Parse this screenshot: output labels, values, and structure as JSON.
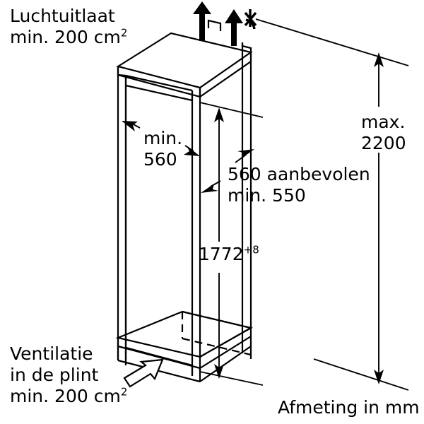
{
  "diagram": {
    "type": "built-in-appliance-niche-dimensions",
    "units_note": "Afmeting in mm",
    "language": "nl"
  },
  "labels": {
    "air_outlet": {
      "line1": "Luchtuitlaat",
      "line2_prefix": "min. 200 cm",
      "line2_sup": "2"
    },
    "max_height": {
      "line1": "max.",
      "line2": "2200"
    },
    "niche_depth": {
      "line1": "min.",
      "line2": "560"
    },
    "niche_width": {
      "line1": "560 aanbevolen",
      "line2": "min. 550"
    },
    "niche_height": {
      "value": "1772",
      "tolerance": "+8"
    },
    "plinth_vent": {
      "line1": "Ventilatie",
      "line2": "in de plint",
      "line3_prefix": "min. 200 cm",
      "line3_sup": "2"
    },
    "unit_note": "Afmeting in mm"
  },
  "measurements": [
    {
      "name": "max-height",
      "value": 2200,
      "qualifier": "max.",
      "unit": "mm"
    },
    {
      "name": "niche-depth",
      "value": 560,
      "qualifier": "min.",
      "unit": "mm"
    },
    {
      "name": "niche-width-recommended",
      "value": 560,
      "qualifier": "aanbevolen",
      "unit": "mm"
    },
    {
      "name": "niche-width-minimum",
      "value": 550,
      "qualifier": "min.",
      "unit": "mm"
    },
    {
      "name": "niche-height",
      "value": 1772,
      "tolerance": "+8",
      "unit": "mm"
    },
    {
      "name": "air-outlet-area",
      "value": 200,
      "qualifier": "min.",
      "unit": "cm2"
    },
    {
      "name": "plinth-vent-area",
      "value": 200,
      "qualifier": "min.",
      "unit": "cm2"
    }
  ],
  "colors": {
    "stroke": "#000000",
    "background": "#ffffff",
    "text": "#1a1a1a"
  }
}
